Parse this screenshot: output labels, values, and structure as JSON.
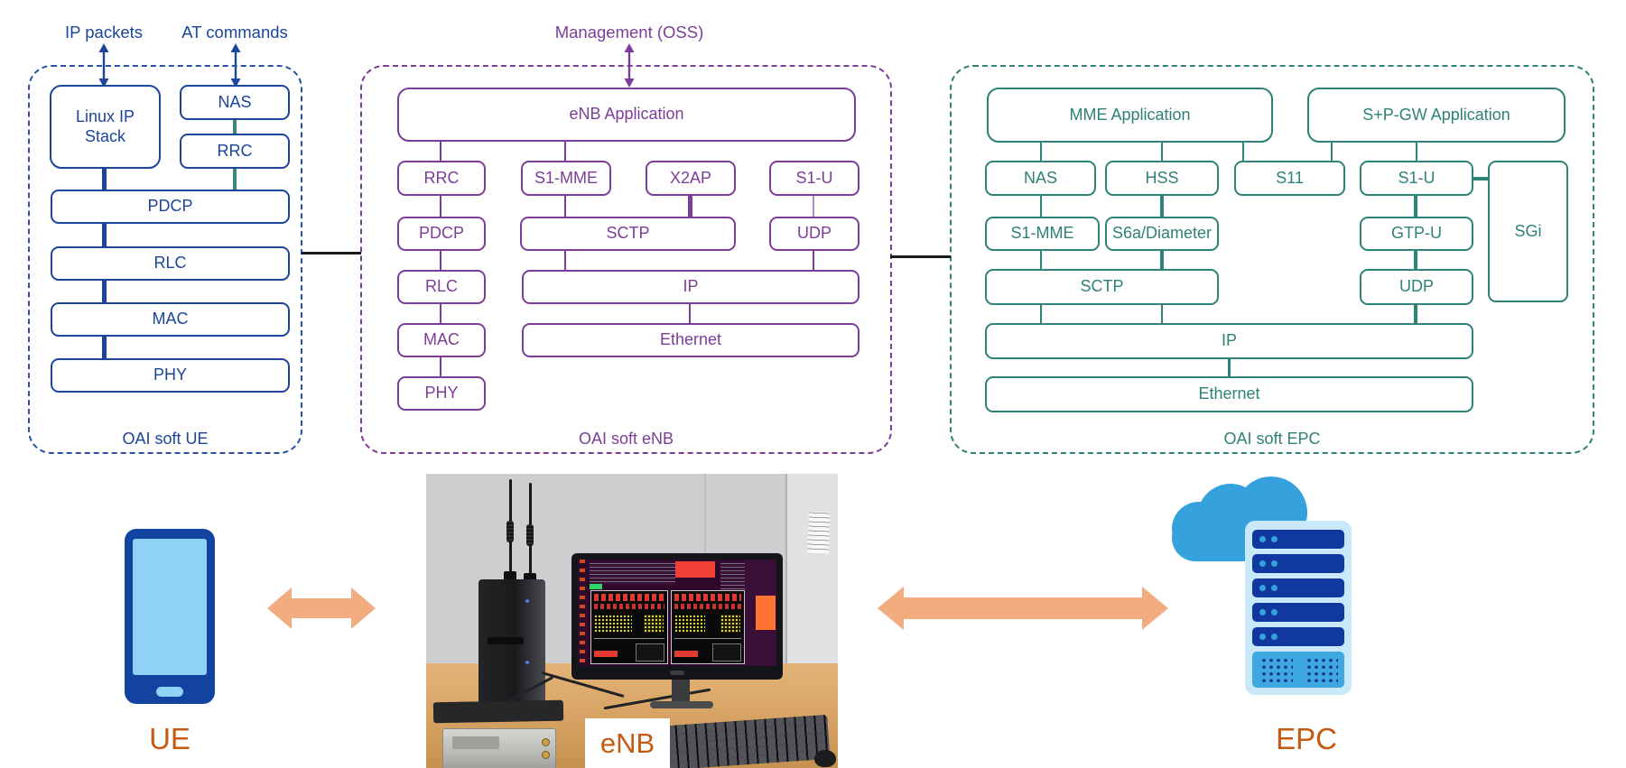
{
  "colors": {
    "ue_blue": "#1B449B",
    "ue_dash": "#2B50A8",
    "teal_line": "#38897C",
    "enb_purple": "#7C3D99",
    "enb_light_line": "#B48CC6",
    "epc_teal": "#2E8176",
    "label_orange": "#C55A11",
    "arrow_peach": "#F2AC80",
    "phone_body_blue": "#1243A0",
    "phone_screen_blue": "#90D2F6",
    "cloud_blue": "#35A1DD",
    "server_body_light": "#C9E9FB",
    "server_slot_blue": "#11389E",
    "link_black": "#1A1A1A"
  },
  "ue": {
    "io_label_ip": "IP packets",
    "io_label_at": "AT commands",
    "nodes": {
      "linux_ip_stack": "Linux IP Stack",
      "nas": "NAS",
      "rrc": "RRC",
      "pdcp": "PDCP",
      "rlc": "RLC",
      "mac": "MAC",
      "phy": "PHY"
    },
    "section_label": "OAI soft UE"
  },
  "enb": {
    "management_label": "Management (OSS)",
    "nodes": {
      "app": "eNB Application",
      "rrc": "RRC",
      "s1_mme": "S1-MME",
      "x2ap": "X2AP",
      "s1_u": "S1-U",
      "pdcp": "PDCP",
      "sctp": "SCTP",
      "udp": "UDP",
      "rlc": "RLC",
      "ip": "IP",
      "mac": "MAC",
      "ethernet": "Ethernet",
      "phy": "PHY"
    },
    "section_label": "OAI soft eNB"
  },
  "epc": {
    "nodes": {
      "mme_app": "MME Application",
      "spgw_app": "S+P-GW Application",
      "nas": "NAS",
      "hss": "HSS",
      "s11": "S11",
      "s1_u": "S1-U",
      "sgi": "SGi",
      "s1_mme": "S1-MME",
      "s6a": "S6a/Diameter",
      "gtp_u": "GTP-U",
      "sctp": "SCTP",
      "udp": "UDP",
      "ip": "IP",
      "ethernet": "Ethernet"
    },
    "section_label": "OAI soft EPC"
  },
  "bottom": {
    "ue_label": "UE",
    "enb_label": "eNB",
    "epc_label": "EPC"
  },
  "icons": {
    "ue_device": "smartphone-icon",
    "epc_cloud": "cloud-icon",
    "epc_server": "server-rack-icon",
    "link": "double-arrow-icon",
    "io": "double-arrow-vertical-icon"
  }
}
